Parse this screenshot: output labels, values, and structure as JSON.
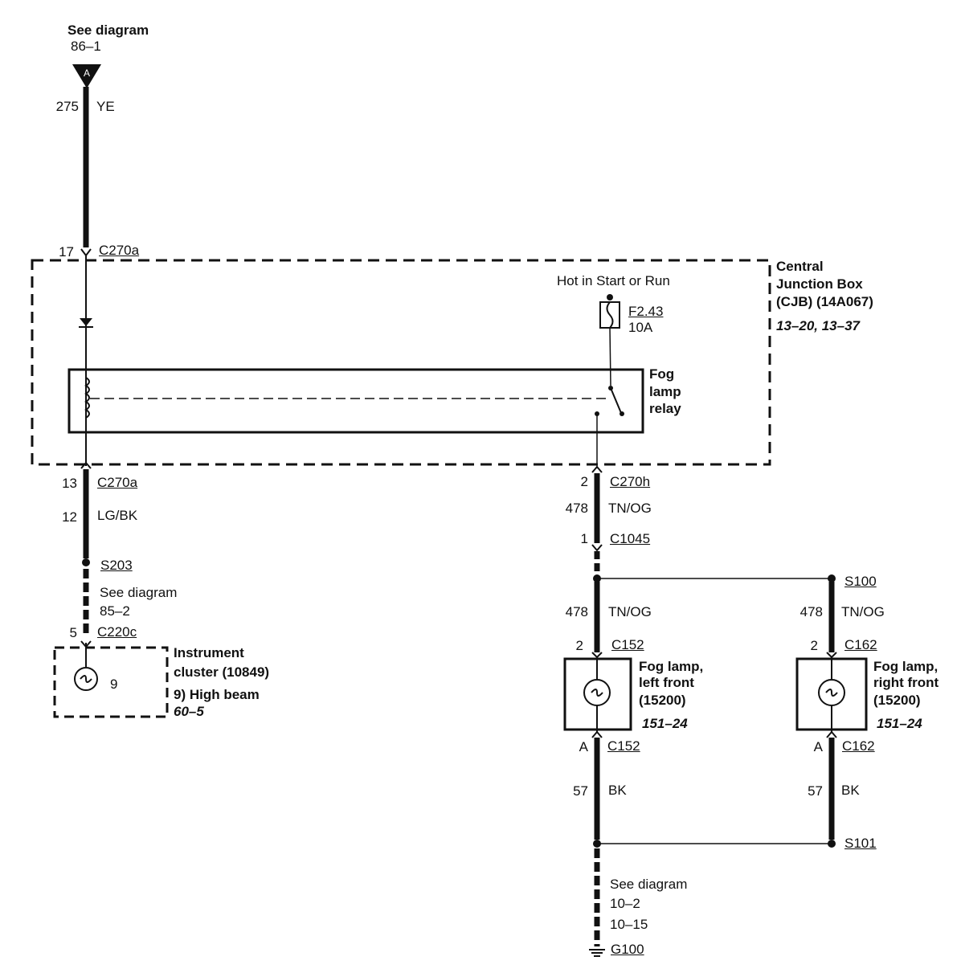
{
  "top_ref": {
    "title": "See diagram",
    "ref": "86–1",
    "connector_letter": "A"
  },
  "wire_275": {
    "circuit": "275",
    "color": "YE"
  },
  "c270a_top": {
    "pin": "17",
    "connector": "C270a"
  },
  "cjb": {
    "line1": "Central",
    "line2": "Junction Box",
    "line3": "(CJB) (14A067)",
    "ref": "13–20, 13–37"
  },
  "power_label": "Hot in Start or Run",
  "fuse": {
    "id": "F2.43",
    "rating": "10A"
  },
  "relay": {
    "line1": "Fog",
    "line2": "lamp",
    "line3": "relay"
  },
  "c270a_bottom": {
    "pin": "13",
    "connector": "C270a"
  },
  "wire_12": {
    "circuit": "12",
    "color": "LG/BK"
  },
  "splice_s203": "S203",
  "ref_85": {
    "title": "See diagram",
    "ref": "85–2"
  },
  "c220c": {
    "pin": "5",
    "connector": "C220c"
  },
  "cluster": {
    "line1": "Instrument",
    "line2": "cluster (10849)",
    "line3": "9) High beam",
    "ref": "60–5",
    "bulb_number": "9"
  },
  "c270h": {
    "pin": "2",
    "connector": "C270h"
  },
  "wire_478_main": {
    "circuit": "478",
    "color": "TN/OG"
  },
  "c1045": {
    "pin": "1",
    "connector": "C1045"
  },
  "splice_s100": "S100",
  "wire_478_left": {
    "circuit": "478",
    "color": "TN/OG"
  },
  "wire_478_right": {
    "circuit": "478",
    "color": "TN/OG"
  },
  "c152_top": {
    "pin": "2",
    "connector": "C152"
  },
  "c162_top": {
    "pin": "2",
    "connector": "C162"
  },
  "fog_left": {
    "line1": "Fog lamp,",
    "line2": "left front",
    "line3": "(15200)",
    "ref": "151–24"
  },
  "fog_right": {
    "line1": "Fog lamp,",
    "line2": "right front",
    "line3": "(15200)",
    "ref": "151–24"
  },
  "c152_bottom": {
    "pin": "A",
    "connector": "C152"
  },
  "c162_bottom": {
    "pin": "A",
    "connector": "C162"
  },
  "wire_57_left": {
    "circuit": "57",
    "color": "BK"
  },
  "wire_57_right": {
    "circuit": "57",
    "color": "BK"
  },
  "splice_s101": "S101",
  "bottom_ref": {
    "title": "See diagram",
    "ref1": "10–2",
    "ref2": "10–15"
  },
  "ground": "G100"
}
